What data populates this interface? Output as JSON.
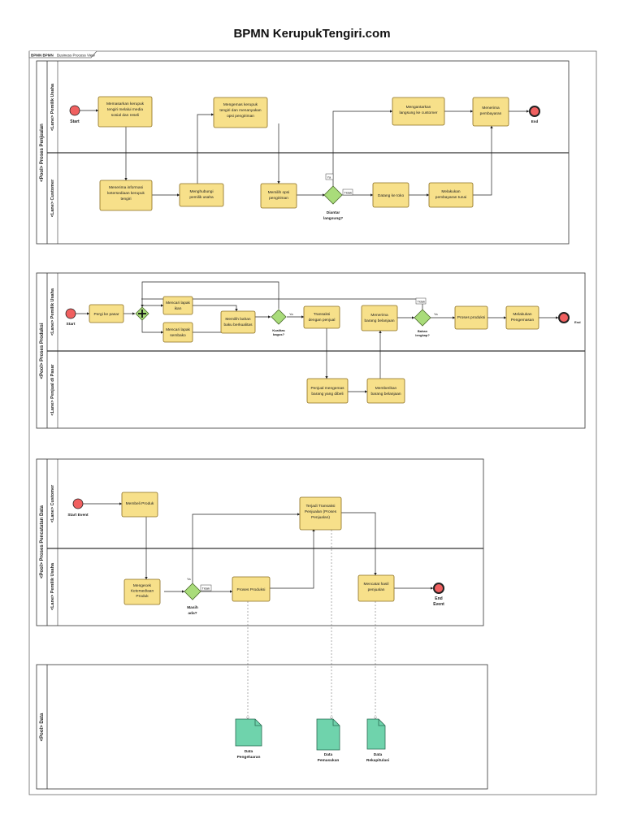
{
  "title": "BPMN KerupukTengiri.com",
  "frame": {
    "tab_label": "BPMN BPMN",
    "tab_view": "Business Process View"
  },
  "pools": [
    {
      "label": "<Pool> Proses Penjualan",
      "lanes": [
        "<Lane> Pemilik Usaha",
        "<Lane> Customer"
      ],
      "nodes": {
        "start": "Start",
        "t1": [
          "Memasarkan kerupuk",
          "tengiri melalui media",
          "sosial dan reseli"
        ],
        "t2": [
          "Menerima informasi",
          "ketersediaan kerupuk",
          "tengiri"
        ],
        "t3": [
          "Menghubungi",
          "pemilik usaha"
        ],
        "t4": [
          "Mengemas kerupuk",
          "tengiri dan menanyakan",
          "opsi pengiriman"
        ],
        "t5": [
          "Memilih opsi",
          "pengiriman"
        ],
        "g1": [
          "Diantar",
          "langsung?"
        ],
        "g1_yes": "Ya",
        "g1_no": "Tidak",
        "t6": [
          "Mengantarkan",
          "langsung ke customer"
        ],
        "t7": [
          "Datang ke toko"
        ],
        "t8": [
          "Melakukan",
          "pembayaran tunai"
        ],
        "t9": [
          "Menerima",
          "pembayaran"
        ],
        "end": "End"
      }
    },
    {
      "label": "<Pool> Proses Produksi",
      "lanes": [
        "<Lane> Pemilik Usaha",
        "<Lane> Penjual di Pasar"
      ],
      "nodes": {
        "start": "Start",
        "t1": [
          "Pergi ke pasar"
        ],
        "t2": [
          "Mencari lapak",
          "ikan"
        ],
        "t3": [
          "Mencari lapak",
          "sembako"
        ],
        "t4": [
          "Memilih bahan",
          "baku berkualitas"
        ],
        "g1": [
          "Kualitas",
          "bagus?"
        ],
        "g1_yes": "Ya",
        "t5": [
          "Transaksi",
          "dengan penjual"
        ],
        "t6": [
          "Penjual mengemas",
          "barang yang dibeli"
        ],
        "t7": [
          "Memberikan",
          "barang belanjaan"
        ],
        "t8": [
          "Menerima",
          "barang belanjaan"
        ],
        "g2": [
          "Bahan",
          "lengkap?"
        ],
        "g2_yes": "Ya",
        "g2_no": "Tidak",
        "t9": [
          "Proses produksi"
        ],
        "t10": [
          "Melakukan",
          "Pengemasan"
        ],
        "end": "End"
      }
    },
    {
      "label": "<Pool> Proses Pencatatan Data",
      "lanes": [
        "<Lane> Customer",
        "<Lane> Pemilik Usaha"
      ],
      "nodes": {
        "start": "Start Event",
        "t1": [
          "Membeli Produk"
        ],
        "t2": [
          "Mengecek",
          "Ketersediaan",
          "Produk"
        ],
        "g1": [
          "Masih",
          "ada?"
        ],
        "g1_yes": "Ya",
        "g1_no": "Tidak",
        "t3": [
          "Proses Produksi"
        ],
        "t4": [
          "Terjadi Transaksi",
          "Penjualan (Proses",
          "Penjualan)"
        ],
        "t5": [
          "Mencatat hasil",
          "penjualan"
        ],
        "end": [
          "End",
          "Event"
        ]
      }
    },
    {
      "label": "<Pool> Data",
      "nodes": {
        "d1": [
          "Data",
          "Pengeluaran"
        ],
        "d2": [
          "Data",
          "Pemasukan"
        ],
        "d3": [
          "Data",
          "Rekapitulasi"
        ]
      }
    }
  ],
  "colors": {
    "task_fill": "#f7e08a",
    "task_stroke": "#8a6d1e",
    "gateway_fill": "#a9dc7a",
    "start_fill": "#f06060",
    "data_fill": "#6fd3ac"
  }
}
